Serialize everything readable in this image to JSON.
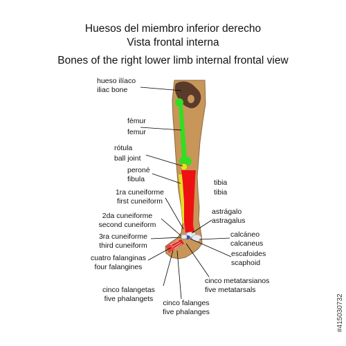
{
  "title": {
    "line1": "Huesos del miembro inferior derecho",
    "line2": "Vista frontal interna",
    "line3": "Bones of the right lower limb internal frontal view"
  },
  "labels": {
    "hip": {
      "es": "hueso ilíaco",
      "en": "iliac bone"
    },
    "femur": {
      "es": "fémur",
      "en": "femur"
    },
    "patella": {
      "es": "rótula",
      "en": "ball joint"
    },
    "fibula": {
      "es": "peroné",
      "en": "fibula"
    },
    "tibia": {
      "es": "tibia",
      "en": "tibia"
    },
    "first_cuneiform": {
      "es": "1ra cuneiforme",
      "en": "first cuneiform"
    },
    "second_cuneiform": {
      "es": "2da cuneiforme",
      "en": "second cuneiform"
    },
    "third_cuneiform": {
      "es": "3ra cuneiforme",
      "en": "third cuneiform"
    },
    "astragalus": {
      "es": "astrágalo",
      "en": "astragalus"
    },
    "calcaneus": {
      "es": "calcáneo",
      "en": "calcaneus"
    },
    "scaphoid": {
      "es": "escafoides",
      "en": "scaphoid"
    },
    "falanginas": {
      "es": "cuatro falanginas",
      "en": "four falangines"
    },
    "metatarsals": {
      "es": "cinco metatarsianos",
      "en": "five metatarsals"
    },
    "phalangets": {
      "es": "cinco falangetas",
      "en": "five phalangets"
    },
    "phalanges": {
      "es": "cinco falanges",
      "en": "five phalanges"
    }
  },
  "stock_id": "#415030732",
  "colors": {
    "skin": "#c9965a",
    "skin_outline": "#8a6a40",
    "hip_bone": "#5a3a2a",
    "femur": "#33dd22",
    "tibia": "#ee1111",
    "fibula": "#e8e020",
    "tarsal_blue": "#3355cc",
    "tarsal_white": "#e8e8f0",
    "phalanges": "#dd2222",
    "leader": "#000000"
  }
}
